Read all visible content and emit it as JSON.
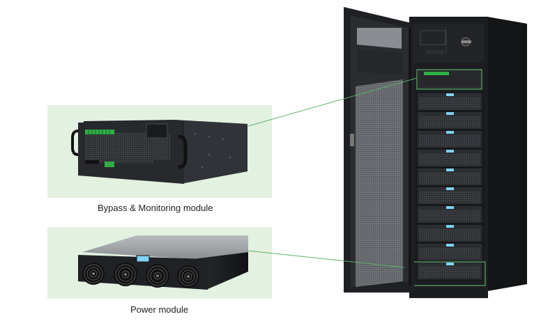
{
  "captions": {
    "bypass_module": "Bypass & Monitoring module",
    "power_module": "Power module"
  },
  "colors": {
    "panel_bg": "#e3f1e1",
    "connector_line": "#5fae6a",
    "cabinet_body": "#1b1d20",
    "module_face": "#2a2d31",
    "module_side": "#8e9296",
    "lcd": "#7fd3f2",
    "terminal_green": "#2fae45"
  },
  "modules": {
    "power_module_count": 10
  }
}
